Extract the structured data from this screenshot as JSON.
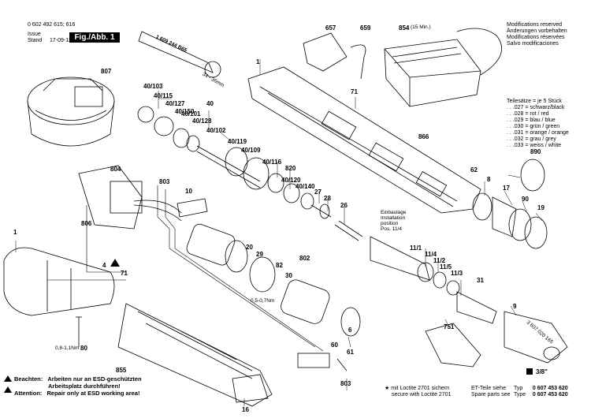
{
  "header": {
    "doc_number": "0 602 492 615; 616",
    "issue_label": "Issue",
    "stand_label": "Stand",
    "date": "17-09-13",
    "fig_label": "Fig./Abb. 1"
  },
  "modifications": [
    "Modifications reserved",
    "Änderungen vorbehalten",
    "Modifications réservées",
    "Salvo modificaciones"
  ],
  "sets": {
    "title": "Teilesätze = je 5 Stück",
    "items": [
      ". . .027 = schwarz/black",
      ". . .028 = rot / red",
      ". . .029 = blau / blue",
      ". . .030 = grün / green",
      ". . .031 = orange / orange",
      ". . .032 = grau / grey",
      ". . .033 = weiss / white"
    ]
  },
  "tool_label": "1 609 244 B65",
  "wrench_size": "34 - 36mm",
  "charger_time": "(15 Min.)",
  "installation_note": [
    "Einbaulage",
    "Installation",
    "position",
    "Pos. 11/4"
  ],
  "torque_80": "0,8-1,1Nm",
  "torque_82": "0,5-0,7Nm",
  "part_number_9": "3 607 020 165",
  "size_label": "3/8\"",
  "part_labels": {
    "p1a": "1",
    "p1b": "1",
    "p4": "4",
    "p6": "6",
    "p8": "8",
    "p9": "9",
    "p10": "10",
    "p16": "16",
    "p17": "17",
    "p19": "19",
    "p20": "20",
    "p26": "26",
    "p27": "27",
    "p28": "28",
    "p29": "29",
    "p30": "30",
    "p31": "31",
    "p40": "40",
    "p40_101": "40/101",
    "p40_102": "40/102",
    "p40_103": "40/103",
    "p40_109": "40/109",
    "p40_115": "40/115",
    "p40_116": "40/116",
    "p40_119": "40/119",
    "p40_120": "40/120",
    "p40_127": "40/127",
    "p40_128": "40/128",
    "p40_140": "40/140",
    "p40_150": "40/150",
    "p60": "60",
    "p61": "61",
    "p62": "62",
    "p71a": "71",
    "p71b": "71",
    "p80": "80",
    "p82": "82",
    "p90": "90",
    "p657": "657",
    "p659": "659",
    "p751": "751",
    "p802": "802",
    "p803a": "803",
    "p803b": "803",
    "p804": "804",
    "p806": "806",
    "p807": "807",
    "p820": "820",
    "p854": "854",
    "p855": "855",
    "p866": "866",
    "p890": "890",
    "p11_1": "11/1",
    "p11_2": "11/2",
    "p11_3": "11/3",
    "p11_4": "11/4",
    "p11_5": "11/5"
  },
  "warnings": {
    "beachten_title": "Beachten:",
    "beachten_text": [
      "Arbeiten nur an ESD-geschützten",
      "Arbeitsplatz durchführen!"
    ],
    "attention_title": "Attention:",
    "attention_text": "Repair only at ESD working area!"
  },
  "loctite": [
    "mit Loctite 2701 sichern",
    "secure with Loctite 2701"
  ],
  "spare_parts": {
    "row1_label": "ET-Teile siehe",
    "row1_typ": "Typ",
    "row1_num": "0 607 453 620",
    "row2_label": "Spare parts see",
    "row2_typ": "Type",
    "row2_num": "0 607 453 620"
  }
}
